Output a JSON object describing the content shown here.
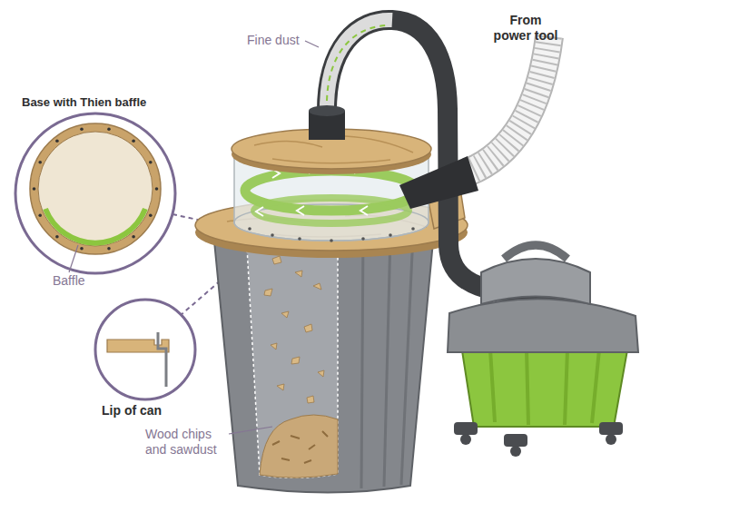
{
  "diagram": {
    "labels": [
      "Fine dust",
      "From power tool",
      "Base with Thien baffle",
      "Baffle",
      "Lip of can",
      "Wood chips and sawdust"
    ]
  }
}
